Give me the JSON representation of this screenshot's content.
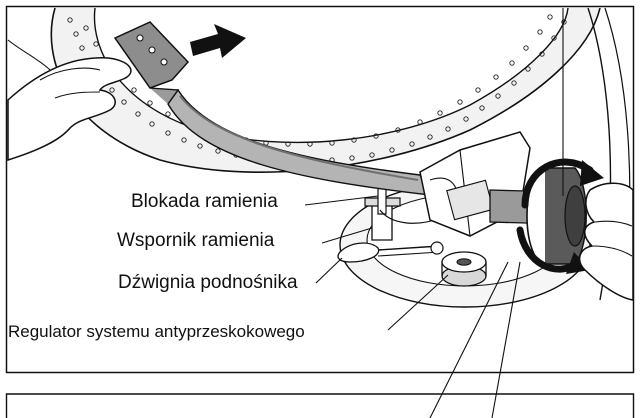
{
  "callouts": {
    "arm_lock": "Blokada ramienia",
    "arm_rest": "Wspornik ramienia",
    "cue_lever": "Dźwignia podnośnika",
    "anti_skate": "Regulator systemu antyprzeskokowego"
  },
  "colors": {
    "line": "#111111",
    "background": "#ffffff",
    "arm_shade": "#a8a8a8",
    "arm_shade_dark": "#707070",
    "counterweight": "#4a4a4a"
  },
  "icons": {
    "direction_arrow": "right-arrow",
    "rotation_arrows": "rotate-arrows"
  }
}
